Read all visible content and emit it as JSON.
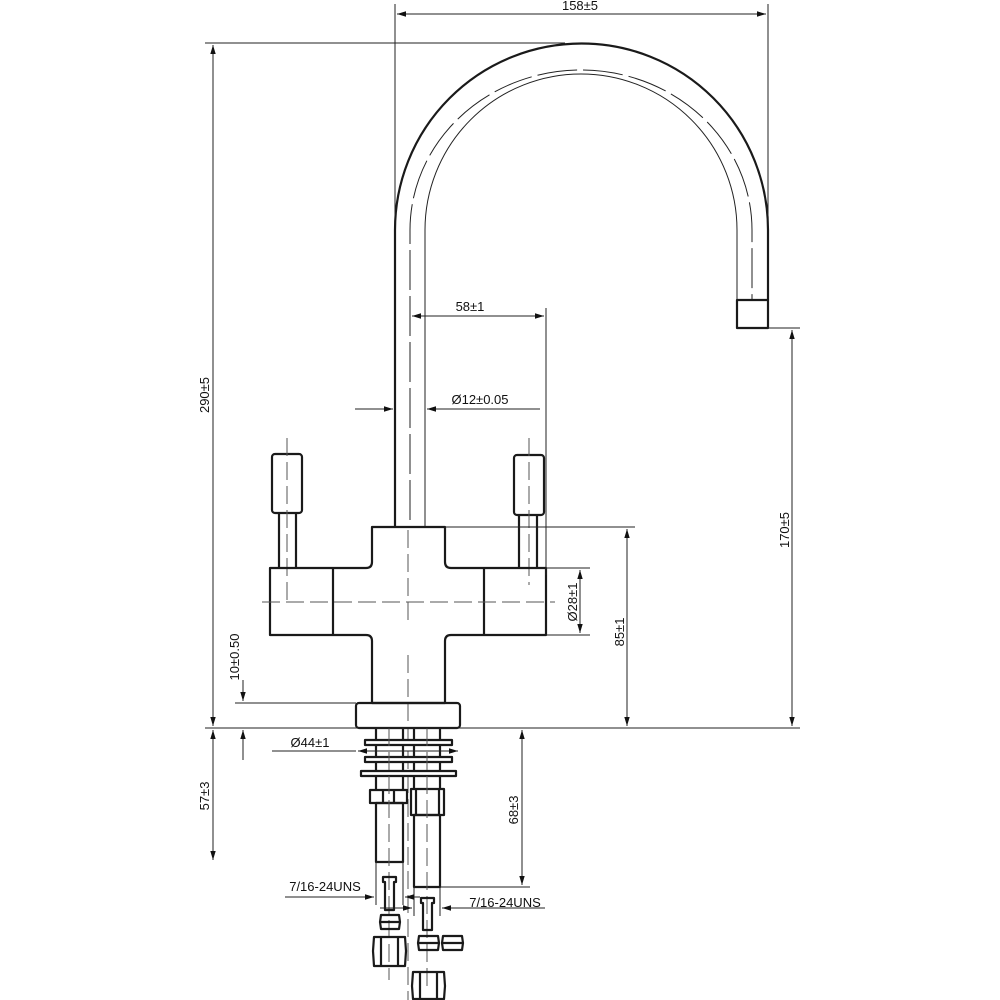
{
  "drawing": {
    "title": "Two-handle kitchen faucet dimension drawing",
    "dimensions": {
      "overall_reach": "158±5",
      "overall_height": "290±5",
      "handle_spacing": "58±1",
      "spout_diameter": "Ø12±0.05",
      "spout_outlet_height": "170±5",
      "handle_body_diameter": "Ø28±1",
      "body_height": "85±1",
      "base_height": "10±0.50",
      "base_diameter": "Ø44±1",
      "shank_length": "57±3",
      "hose_length": "68±3",
      "thread_left": "7/16-24UNS",
      "thread_right": "7/16-24UNS"
    }
  }
}
